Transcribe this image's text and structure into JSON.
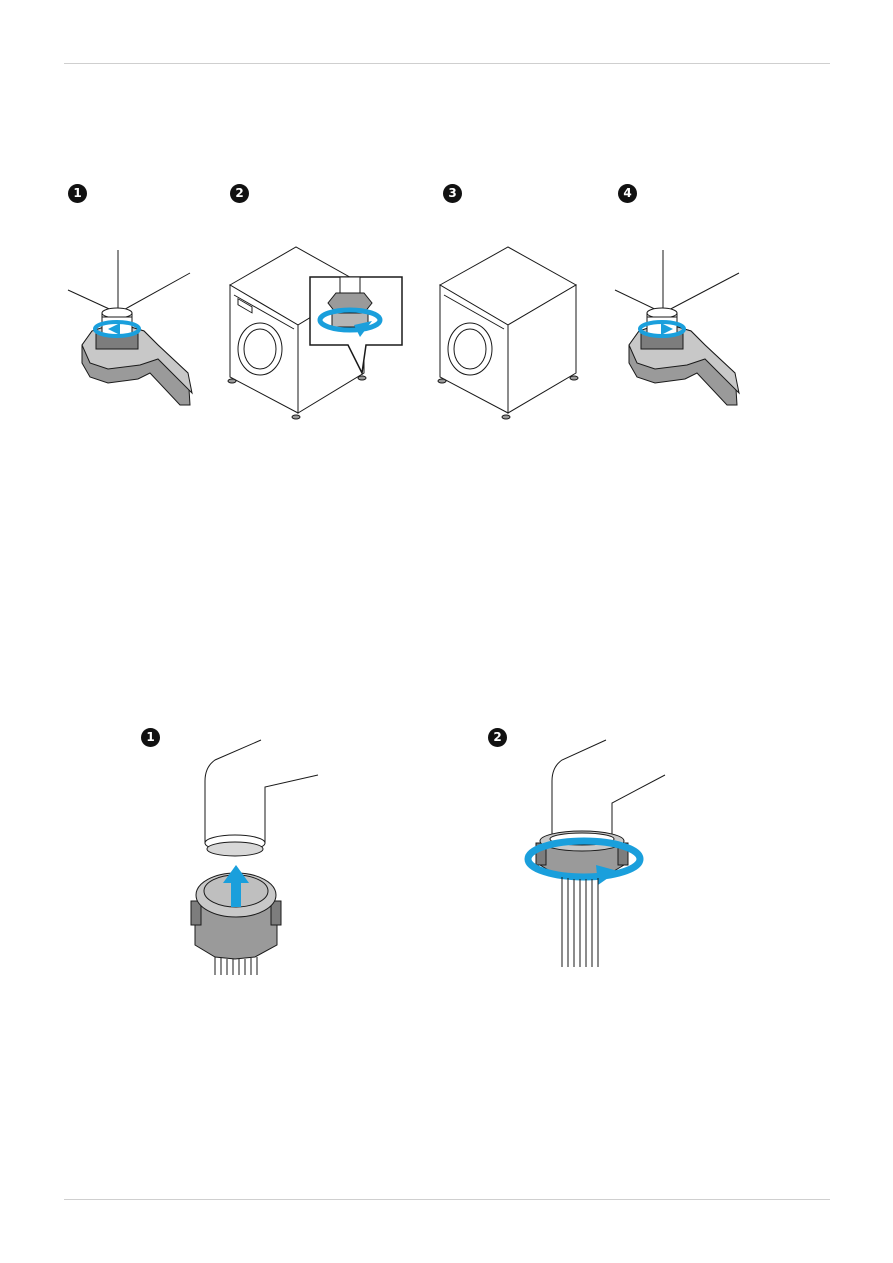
{
  "leveling_steps": {
    "step1": {
      "number": "1"
    },
    "step2": {
      "number": "2"
    },
    "step3": {
      "number": "3"
    },
    "step4": {
      "number": "4"
    }
  },
  "hose_steps": {
    "step1": {
      "number": "1"
    },
    "step2": {
      "number": "2"
    }
  },
  "colors": {
    "arrow": "#1a9fdc",
    "nut": "#9a9a9a",
    "line": "#1a1a1a"
  },
  "icons": [
    "wrench-icon",
    "washing-machine-icon",
    "rotation-arrow-icon",
    "hose-connector-icon",
    "up-arrow-icon"
  ]
}
